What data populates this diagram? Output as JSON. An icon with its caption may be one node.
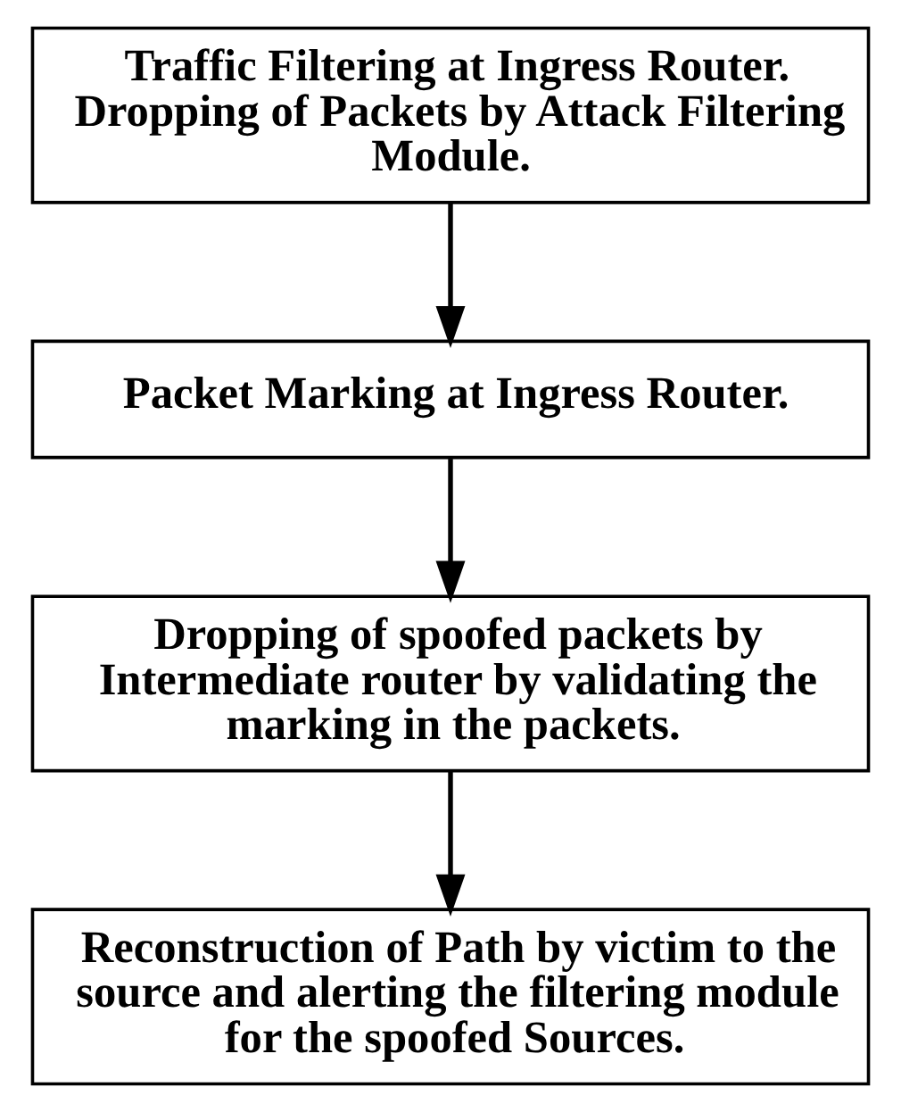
{
  "diagram": {
    "nodes": [
      {
        "text": [
          "Traffic Filtering at Ingress Router. Dropping of Packets by Attack Filtering Module."
        ]
      },
      {
        "text": [
          "Packet Marking at Ingress Router."
        ]
      },
      {
        "text": [
          "Dropping of spoofed packets by Intermediate router by validating the marking in the packets."
        ]
      },
      {
        "text": [
          "Reconstruction of Path by victim to the source and alerting the filtering module for the spoofed Sources."
        ]
      }
    ],
    "edges": [
      {
        "from": 0,
        "to": 1,
        "arrow": "to"
      },
      {
        "from": 1,
        "to": 2,
        "arrow": "to"
      },
      {
        "from": 2,
        "to": 3,
        "arrow": "to"
      }
    ]
  }
}
